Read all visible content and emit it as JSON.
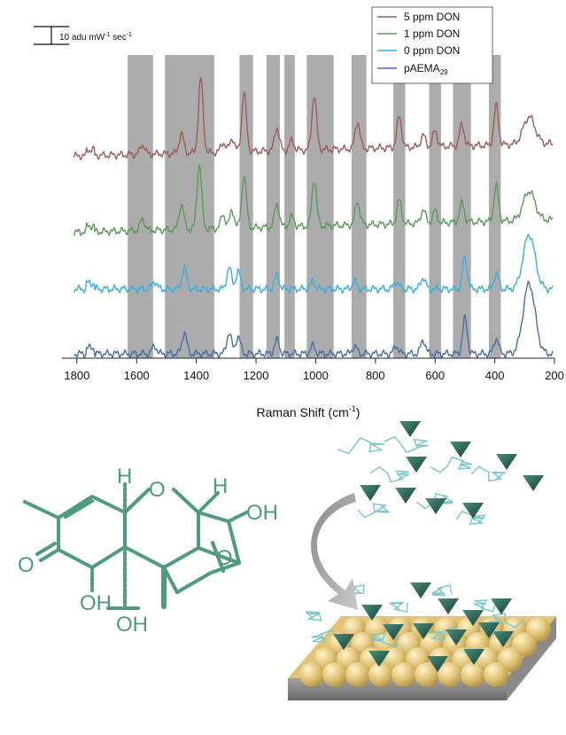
{
  "chart_data": {
    "type": "line",
    "title": "",
    "xlabel": "Raman Shift (cm",
    "xlabel_sup": "-1",
    "xlabel_suffix": ")",
    "ylabel": "",
    "xlim": [
      1850,
      200
    ],
    "x_reversed": true,
    "xticks": [
      1800,
      1600,
      1400,
      1200,
      1000,
      800,
      600,
      400,
      200
    ],
    "y_axis_shown": false,
    "legend": {
      "placement": "top-right",
      "entries": [
        {
          "text": "5 ppm DON",
          "sub": ""
        },
        {
          "text": "1 ppm DON",
          "sub": ""
        },
        {
          "text": "0 ppm DON",
          "sub": ""
        },
        {
          "text": "pAEMA",
          "sub": "29"
        }
      ]
    },
    "scalebar": {
      "value": "10",
      "unit": "adu mW",
      "sup1": "-1",
      "unit2": " sec",
      "sup2": "-1"
    },
    "shaded_bands_cm": [
      [
        1630,
        1545
      ],
      [
        1505,
        1340
      ],
      [
        1255,
        1210
      ],
      [
        1165,
        1120
      ],
      [
        1105,
        1070
      ],
      [
        1030,
        940
      ],
      [
        880,
        830
      ],
      [
        740,
        700
      ],
      [
        620,
        580
      ],
      [
        540,
        480
      ],
      [
        420,
        380
      ]
    ],
    "series": [
      {
        "name": "5 ppm DON",
        "color": "#9c5c5c",
        "offset": 3,
        "peaks": [
          [
            1580,
            5
          ],
          [
            1450,
            10
          ],
          [
            1385,
            38
          ],
          [
            1310,
            5
          ],
          [
            1280,
            7
          ],
          [
            1240,
            30
          ],
          [
            1130,
            12
          ],
          [
            1080,
            5
          ],
          [
            1005,
            28
          ],
          [
            860,
            14
          ],
          [
            720,
            16
          ],
          [
            640,
            6
          ],
          [
            600,
            8
          ],
          [
            510,
            11
          ],
          [
            395,
            20
          ],
          [
            285,
            14
          ]
        ]
      },
      {
        "name": "1 ppm DON",
        "color": "#5b9a5b",
        "offset": 2,
        "peaks": [
          [
            1580,
            6
          ],
          [
            1450,
            13
          ],
          [
            1390,
            33
          ],
          [
            1310,
            7
          ],
          [
            1280,
            9
          ],
          [
            1240,
            27
          ],
          [
            1130,
            12
          ],
          [
            1080,
            5
          ],
          [
            1005,
            24
          ],
          [
            860,
            12
          ],
          [
            720,
            12
          ],
          [
            640,
            7
          ],
          [
            600,
            6
          ],
          [
            510,
            10
          ],
          [
            395,
            18
          ],
          [
            285,
            15
          ]
        ]
      },
      {
        "name": "0 ppm DON",
        "color": "#39aee0",
        "offset": 1,
        "peaks": [
          [
            1540,
            4
          ],
          [
            1440,
            11
          ],
          [
            1290,
            11
          ],
          [
            1260,
            9
          ],
          [
            1130,
            7
          ],
          [
            1010,
            4
          ],
          [
            870,
            4
          ],
          [
            730,
            4
          ],
          [
            640,
            6
          ],
          [
            500,
            16
          ],
          [
            395,
            8
          ],
          [
            285,
            28
          ]
        ]
      },
      {
        "name": "pAEMA29",
        "color": "#476ea6",
        "offset": 0,
        "peaks": [
          [
            1540,
            4
          ],
          [
            1440,
            11
          ],
          [
            1290,
            11
          ],
          [
            1260,
            9
          ],
          [
            1130,
            7
          ],
          [
            1010,
            4
          ],
          [
            870,
            4
          ],
          [
            730,
            4
          ],
          [
            640,
            7
          ],
          [
            500,
            18
          ],
          [
            395,
            8
          ],
          [
            285,
            36
          ]
        ]
      }
    ]
  },
  "molecule": {
    "atom_labels": [
      "H",
      "O",
      "H",
      "OH",
      "O",
      "O",
      "OH",
      "OH"
    ],
    "color": "#4f9a82"
  },
  "schematic": {
    "particle_count_top": 9,
    "particle_count_bottom": 14,
    "surface_color": "#e2c476",
    "polymer_color": "#7fc9cc",
    "triangle_color": "#1f5a4c"
  }
}
